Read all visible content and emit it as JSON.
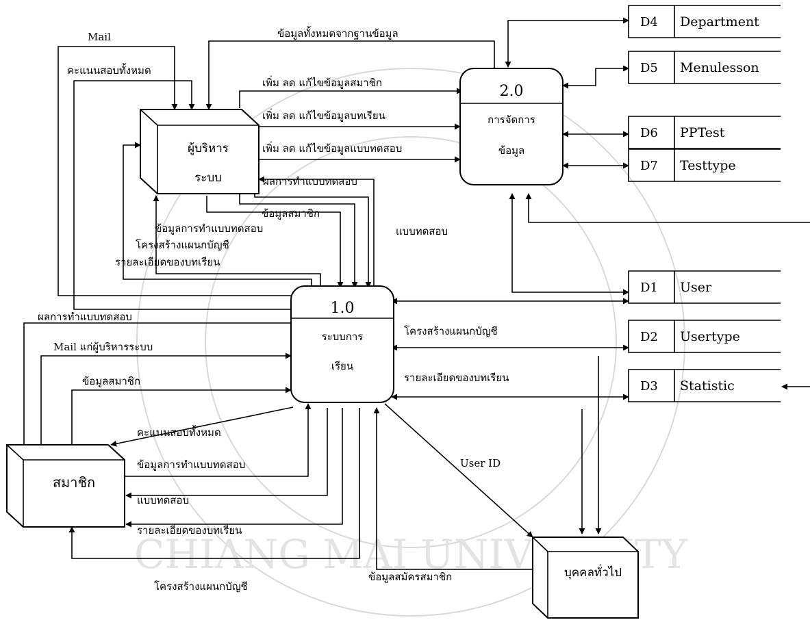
{
  "watermark": {
    "text": "CHIANG MAI UNIVERSITY"
  },
  "processes": {
    "p1": {
      "number": "1.0",
      "name_line1": "ระบบการ",
      "name_line2": "เรียน"
    },
    "p2": {
      "number": "2.0",
      "name_line1": "การจัดการ",
      "name_line2": "ข้อมูล"
    }
  },
  "entities": {
    "admin": {
      "line1": "ผู้บริหาร",
      "line2": "ระบบ"
    },
    "member": {
      "label": "สมาชิก"
    },
    "public": {
      "label": "บุคคลทั่วไป"
    }
  },
  "stores": [
    {
      "id": "D4",
      "name": "Department"
    },
    {
      "id": "D5",
      "name": "Menulesson"
    },
    {
      "id": "D6",
      "name": "PPTest"
    },
    {
      "id": "D7",
      "name": "Testtype"
    },
    {
      "id": "D1",
      "name": "User"
    },
    {
      "id": "D2",
      "name": "Usertype"
    },
    {
      "id": "D3",
      "name": "Statistic"
    }
  ],
  "flows": {
    "mail": "Mail",
    "all_db_data": "ข้อมูลทั้งหมดจากฐานข้อมูล",
    "all_scores_admin": "คะแนนสอบทั้งหมด",
    "edit_member": "เพิ่ม ลด แก้ไขข้อมูลสมาชิก",
    "edit_lesson": "เพิ่ม ลด แก้ไขข้อมูลบทเรียน",
    "edit_test": "เพิ่ม ลด แก้ไขข้อมูลแบบทดสอบ",
    "test_result_admin": "ผลการทำแบบทดสอบ",
    "member_data_admin": "ข้อมูลสมาชิก",
    "test_doing_admin": "ข้อมูลการทำแบบทดสอบ",
    "test_form_admin": "แบบทดสอบ",
    "chart_admin": "โครงสร้างแผนกบัญชี",
    "lesson_detail_admin": "รายละเอียดของบทเรียน",
    "test_result_member": "ผลการทำแบบทดสอบ",
    "mail_to_admin": "Mail แก่ผู้บริหารระบบ",
    "member_data": "ข้อมูลสมาชิก",
    "all_scores_member": "คะแนนสอบทั้งหมด",
    "test_doing_member": "ข้อมูลการทำแบบทดสอบ",
    "test_form_member": "แบบทดสอบ",
    "lesson_detail_member": "รายละเอียดของบทเรียน",
    "chart_member": "โครงสร้างแผนกบัญชี",
    "chart_store": "โครงสร้างแผนกบัญชี",
    "lesson_detail_store": "รายละเอียดของบทเรียน",
    "user_id": "User ID",
    "register_data": "ข้อมูลสมัครสมาชิก"
  }
}
